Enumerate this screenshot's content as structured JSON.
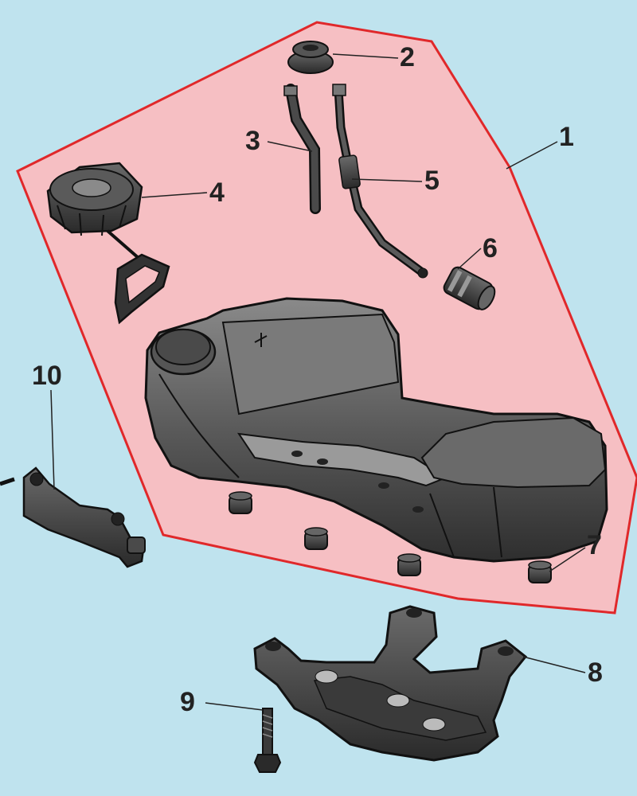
{
  "callouts": {
    "c1": "1",
    "c2": "2",
    "c3": "3",
    "c4": "4",
    "c5": "5",
    "c6": "6",
    "c7": "7",
    "c8": "8",
    "c9": "9",
    "c10": "10"
  },
  "colors": {
    "background": "#bfe3ee",
    "highlight_fill": "#f6bfc3",
    "highlight_border": "#e0282a",
    "part_fill": "#3a3a3a",
    "part_stroke": "#111111",
    "part_light": "#8c8c8c"
  }
}
